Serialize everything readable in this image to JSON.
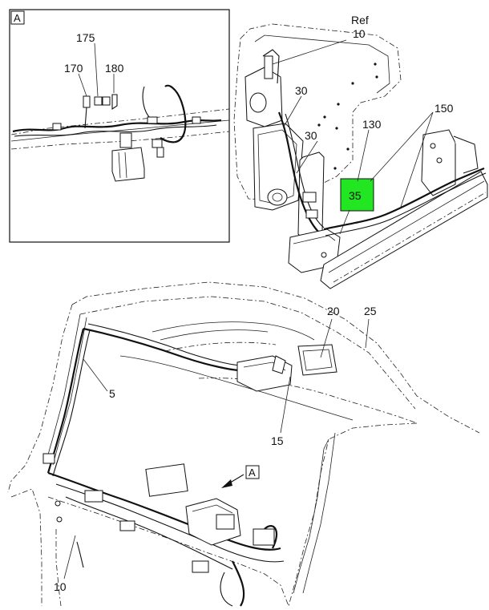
{
  "detail_view": {
    "tag": "A"
  },
  "callouts": {
    "c175": "175",
    "c170": "170",
    "c180": "180",
    "ref": "Ref",
    "c10_top": "10",
    "c30_a": "30",
    "c30_b": "30",
    "c130": "130",
    "c150": "150",
    "c35": "35",
    "c20": "20",
    "c25": "25",
    "c5": "5",
    "c15": "15",
    "c10_bottom": "10",
    "view_pointer": "A"
  },
  "colors": {
    "highlight": "#22e622",
    "line": "#111111",
    "background": "#ffffff"
  }
}
